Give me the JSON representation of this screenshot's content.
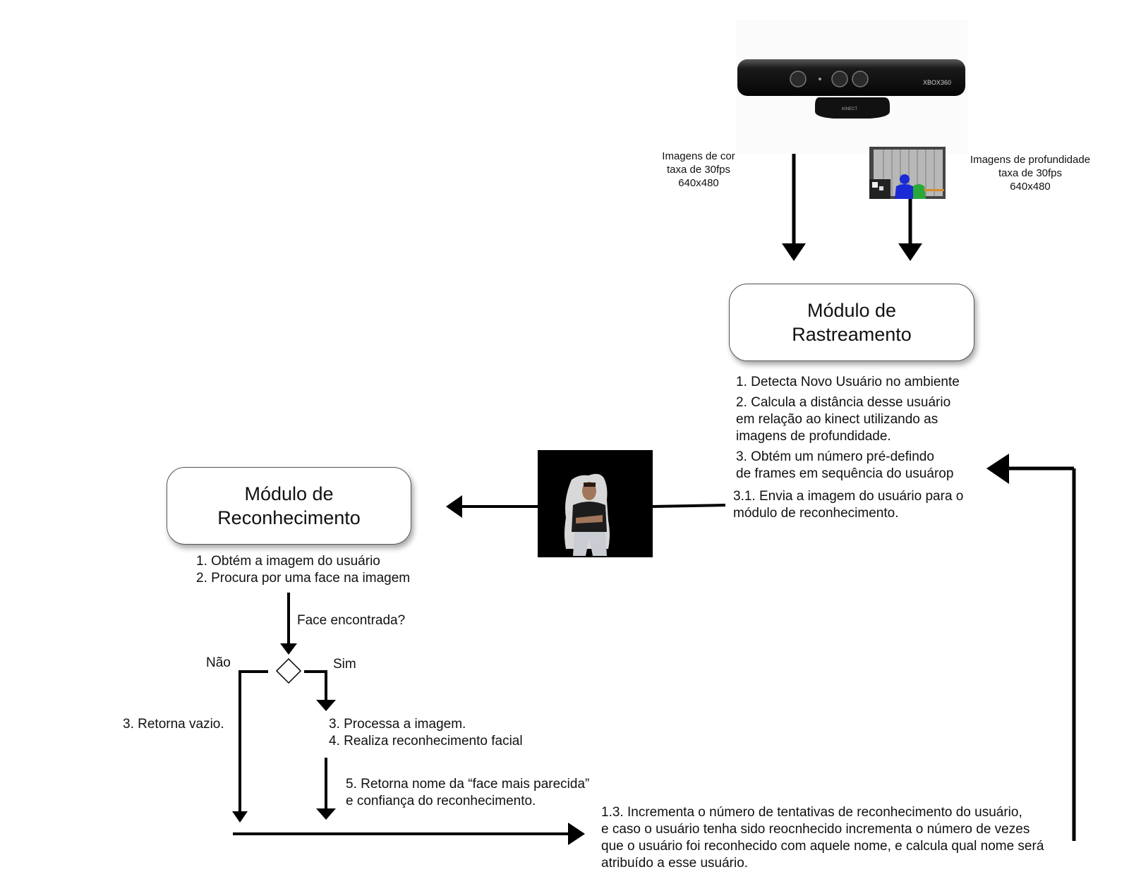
{
  "sensor": {
    "brand_label": "XBOX360",
    "model_label": "KINECT",
    "color_stream": [
      "Imagens de cor",
      "taxa de 30fps",
      "640x480"
    ],
    "depth_stream": [
      "Imagens de profundidade",
      "taxa de 30fps",
      "640x480"
    ]
  },
  "tracking_module": {
    "title_line1": "Módulo de",
    "title_line2": "Rastreamento",
    "steps": [
      "1. Detecta Novo Usuário no ambiente",
      "2. Calcula a distância desse usuário",
      "em relação ao kinect utilizando as",
      "imagens de profundidade.",
      "3. Obtém  um número pré-defindo",
      "de frames em sequência do usuárop",
      "3.1. Envia a imagem do usuário para o",
      "módulo de reconhecimento."
    ]
  },
  "recognition_module": {
    "title_line1": "Módulo de",
    "title_line2": "Reconhecimento",
    "steps": [
      "1. Obtém a imagem do usuário",
      "2. Procura por uma face na imagem"
    ]
  },
  "decision": {
    "question": "Face encontrada?",
    "no_label": "Não",
    "yes_label": "Sim",
    "no_result": "3. Retorna vazio.",
    "yes_steps": [
      "3. Processa a imagem.",
      "4. Realiza reconhecimento facial"
    ],
    "return_text": [
      "5. Retorna nome da “face mais parecida”",
      "e confiança do reconhecimento."
    ]
  },
  "final_step": [
    "1.3. Incrementa o número de tentativas de reconhecimento do usuário,",
    "e caso o usuário tenha sido reocnhecido incrementa o número de vezes",
    "que o usuário foi reconhecido com aquele nome, e calcula qual nome será",
    "atribuído a esse usuário."
  ]
}
